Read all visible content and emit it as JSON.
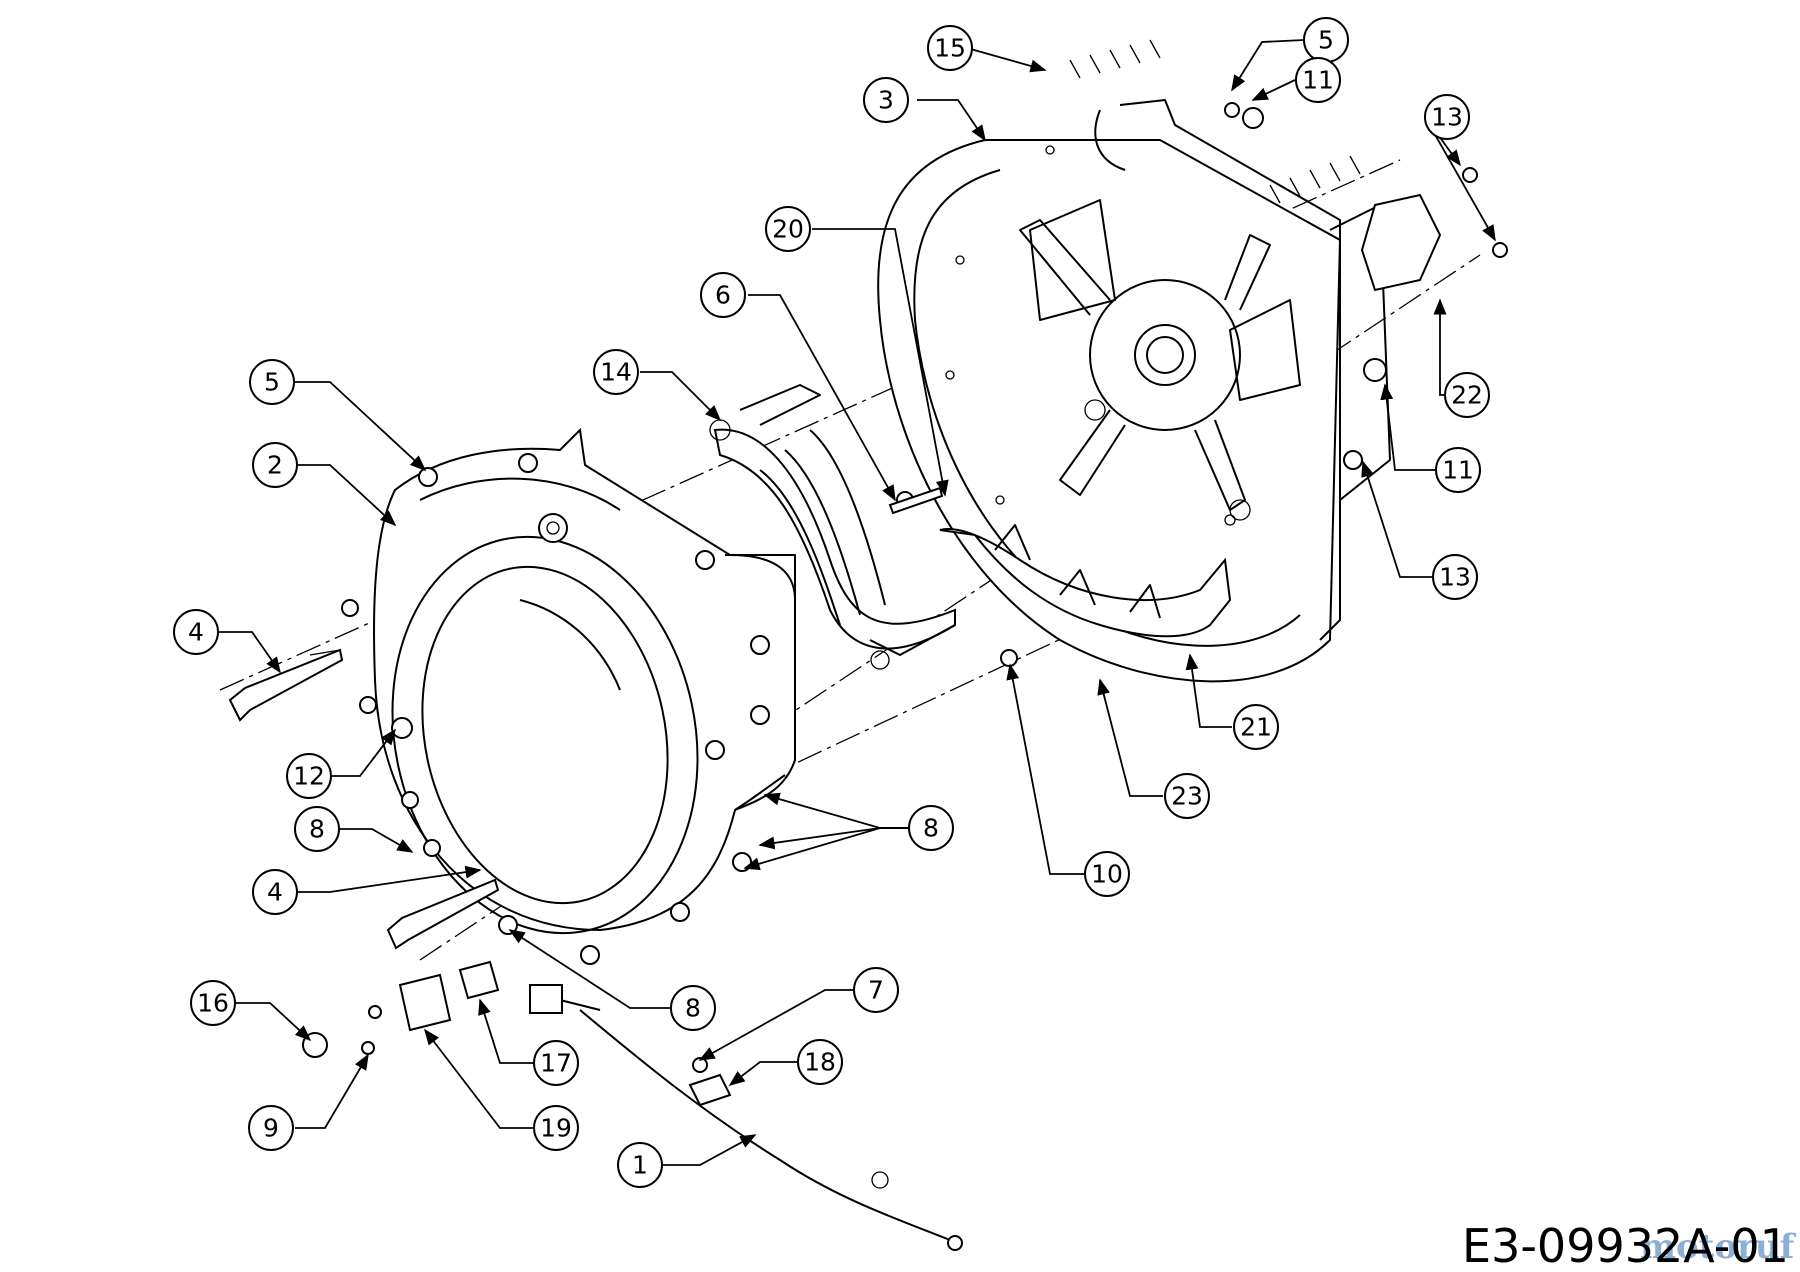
{
  "drawing_number": "E3-09932A-01",
  "watermark_text": "motoruf",
  "callouts": [
    {
      "label": "15"
    },
    {
      "label": "5"
    },
    {
      "label": "11"
    },
    {
      "label": "3"
    },
    {
      "label": "13"
    },
    {
      "label": "20"
    },
    {
      "label": "6"
    },
    {
      "label": "14"
    },
    {
      "label": "22"
    },
    {
      "label": "5"
    },
    {
      "label": "2"
    },
    {
      "label": "11"
    },
    {
      "label": "13"
    },
    {
      "label": "4"
    },
    {
      "label": "12"
    },
    {
      "label": "21"
    },
    {
      "label": "23"
    },
    {
      "label": "8"
    },
    {
      "label": "8"
    },
    {
      "label": "4"
    },
    {
      "label": "10"
    },
    {
      "label": "7"
    },
    {
      "label": "8"
    },
    {
      "label": "16"
    },
    {
      "label": "18"
    },
    {
      "label": "17"
    },
    {
      "label": "9"
    },
    {
      "label": "19"
    },
    {
      "label": "1"
    }
  ]
}
